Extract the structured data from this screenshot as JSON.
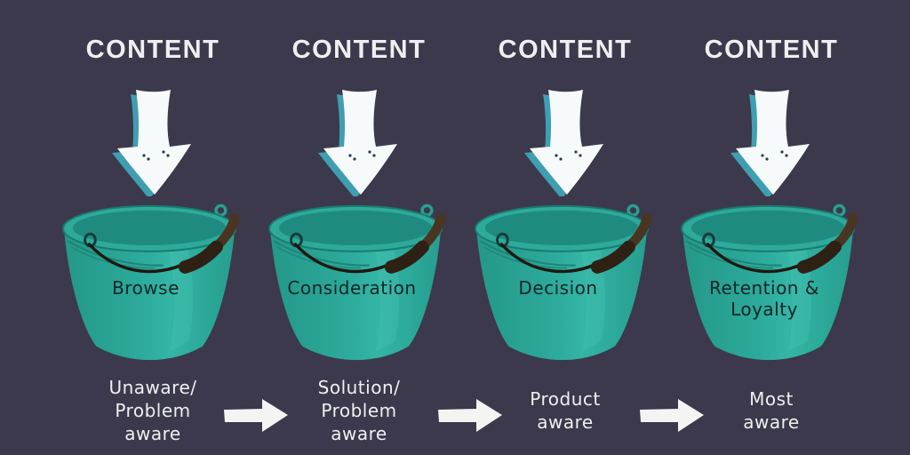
{
  "palette": {
    "background": "#3b394b",
    "bucket_teal": "#2caa9b",
    "bucket_top_teal": "#1f8b80",
    "arrow_accent_teal": "#3f9eb2",
    "arrow_white": "#f6fafa",
    "handle_brown": "#4a3522",
    "handle_dark": "#20180f",
    "header_text": "#f1eef2",
    "bucket_label_text": "#142528",
    "stage_label_text": "#eef0f0"
  },
  "icons": {
    "content_arrow": "down-arrow-icon",
    "bucket": "bucket-icon",
    "stage_arrow": "right-arrow-icon"
  },
  "funnel": {
    "columns": [
      {
        "header": "CONTENT",
        "bucket_label": "Browse",
        "stage_label": "Unaware/\nProblem\naware"
      },
      {
        "header": "CONTENT",
        "bucket_label": "Consideration",
        "stage_label": "Solution/\nProblem\naware"
      },
      {
        "header": "CONTENT",
        "bucket_label": "Decision",
        "stage_label": "Product\naware"
      },
      {
        "header": "CONTENT",
        "bucket_label": "Retention &\nLoyalty",
        "stage_label": "Most\naware"
      }
    ]
  }
}
